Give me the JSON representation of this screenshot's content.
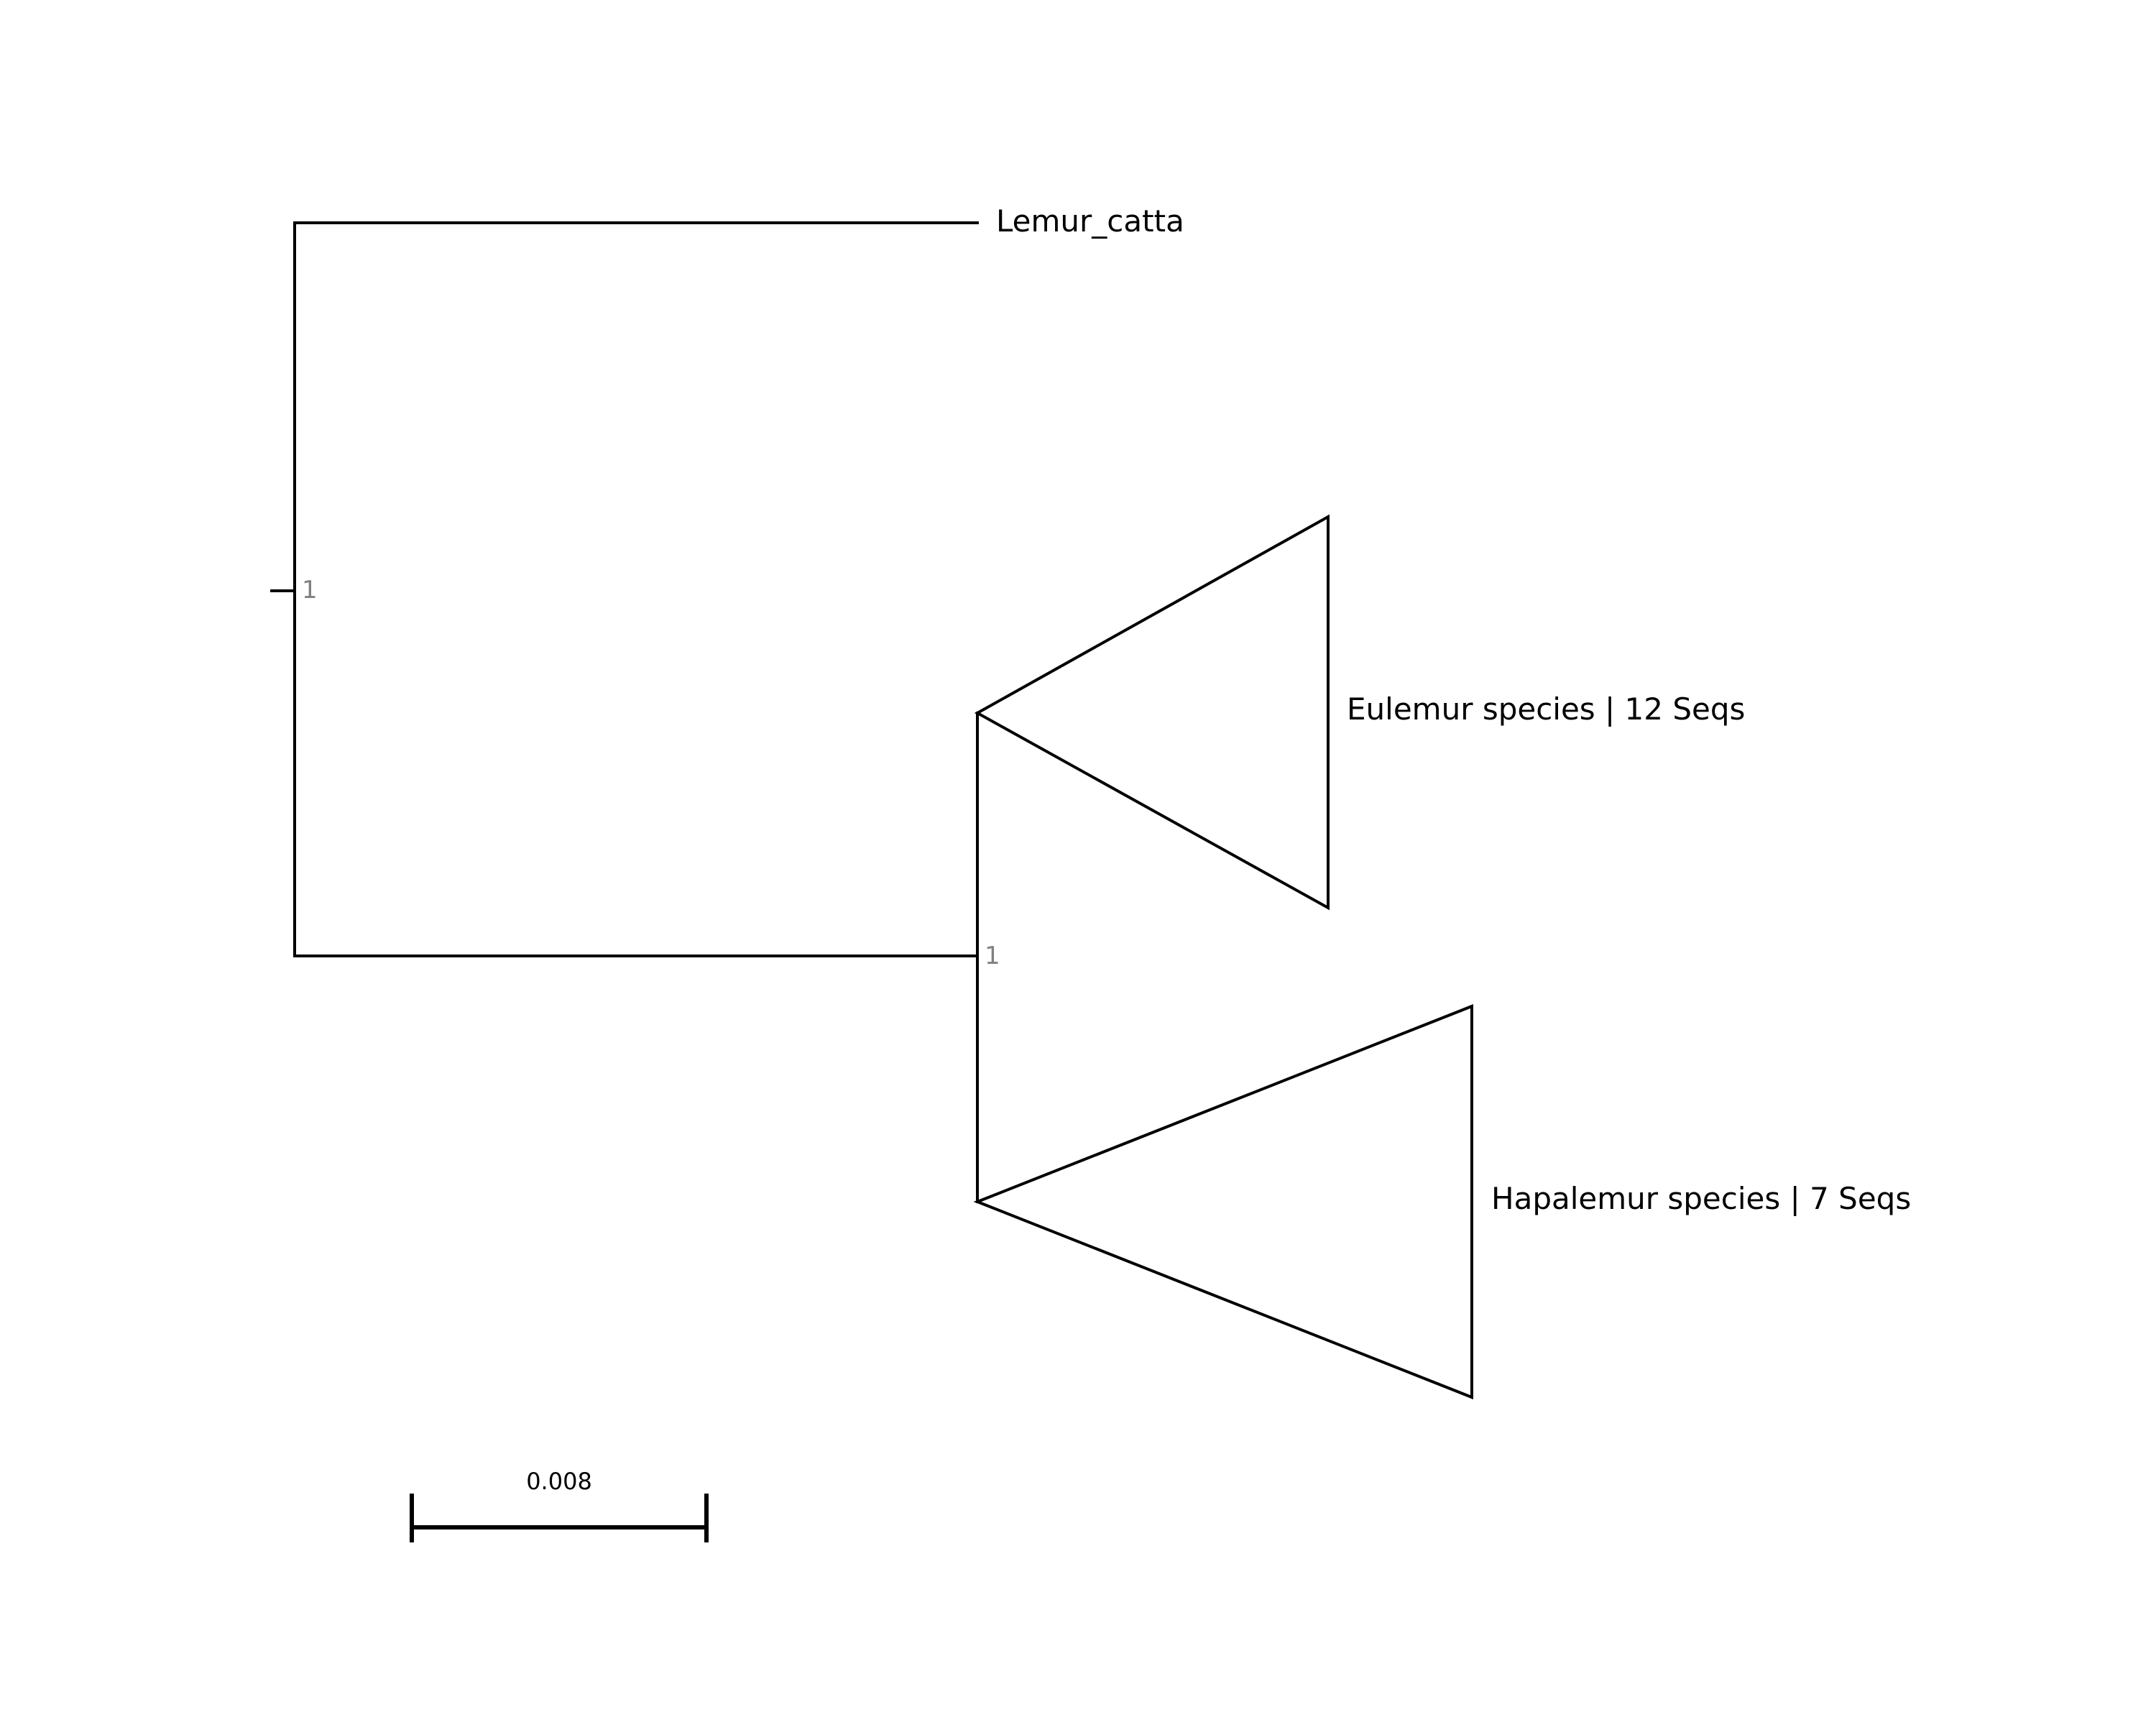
{
  "tree": {
    "tips": {
      "lemur_catta": {
        "label": "Lemur_catta"
      },
      "eulemur_clade": {
        "label": "Eulemur species | 12 Seqs"
      },
      "hapalemur_clade": {
        "label": "Hapalemur species | 7 Seqs"
      }
    },
    "nodes": {
      "root_support": "1",
      "inner_support": "1"
    },
    "colors": {
      "branch": "#000000",
      "support": "#808080"
    }
  },
  "scale_bar": {
    "label": "0.008"
  }
}
